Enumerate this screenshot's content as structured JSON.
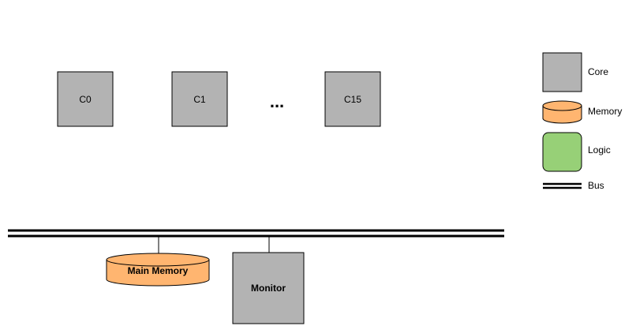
{
  "colors": {
    "core": "#b3b3b3",
    "memory": "#ffb570",
    "logic": "#97d077",
    "stroke": "#000000"
  },
  "cores": [
    {
      "label": "C0"
    },
    {
      "label": "C1"
    },
    {
      "label": "C15"
    }
  ],
  "ellipsis": "...",
  "main_memory": {
    "label": "Main Memory"
  },
  "monitor": {
    "label": "Monitor"
  },
  "legend": {
    "core": {
      "label": "Core"
    },
    "memory": {
      "label": "Memory"
    },
    "logic": {
      "label": "Logic"
    },
    "bus": {
      "label": "Bus"
    }
  }
}
